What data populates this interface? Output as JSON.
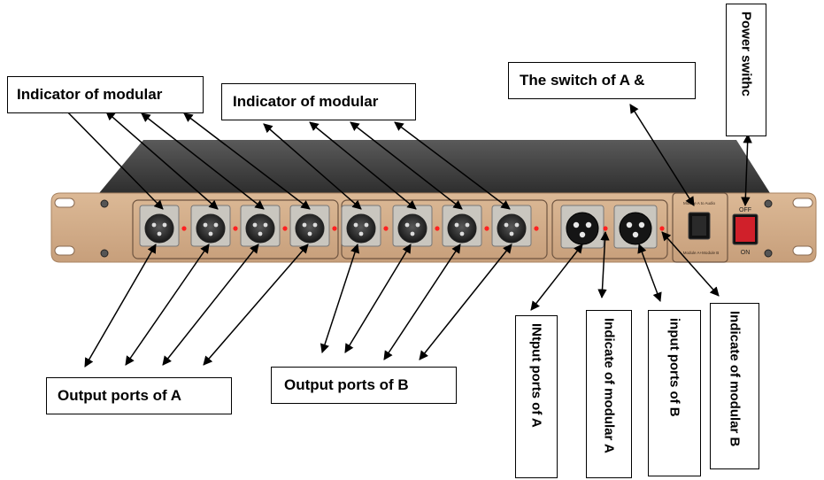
{
  "labels": {
    "indicator_a": "Indicator  of  modular",
    "indicator_b": "Indicator  of  modular",
    "switch_ab": "The  switch  of  A  &",
    "power_switch": "Power swithc",
    "output_a": "Output ports of A",
    "output_b": "Output ports of B",
    "input_a": "INtput ports of A",
    "indicate_a": "Indicate of modular A",
    "input_b": "input ports of B",
    "indicate_b": "Indicate of modular B"
  },
  "panel_marks": {
    "switch_plate_top": "Module A  to Audio\nModule B  to Audio",
    "switch_plate_bottom": "Module A+Module B\nto Audio",
    "power_off": "OFF",
    "power_on": "ON"
  },
  "colors": {
    "panel": "#d2aa86",
    "top_cover": "#3f3f3f",
    "indicator": "#ff2020",
    "power_rocker": "#d0202a"
  }
}
